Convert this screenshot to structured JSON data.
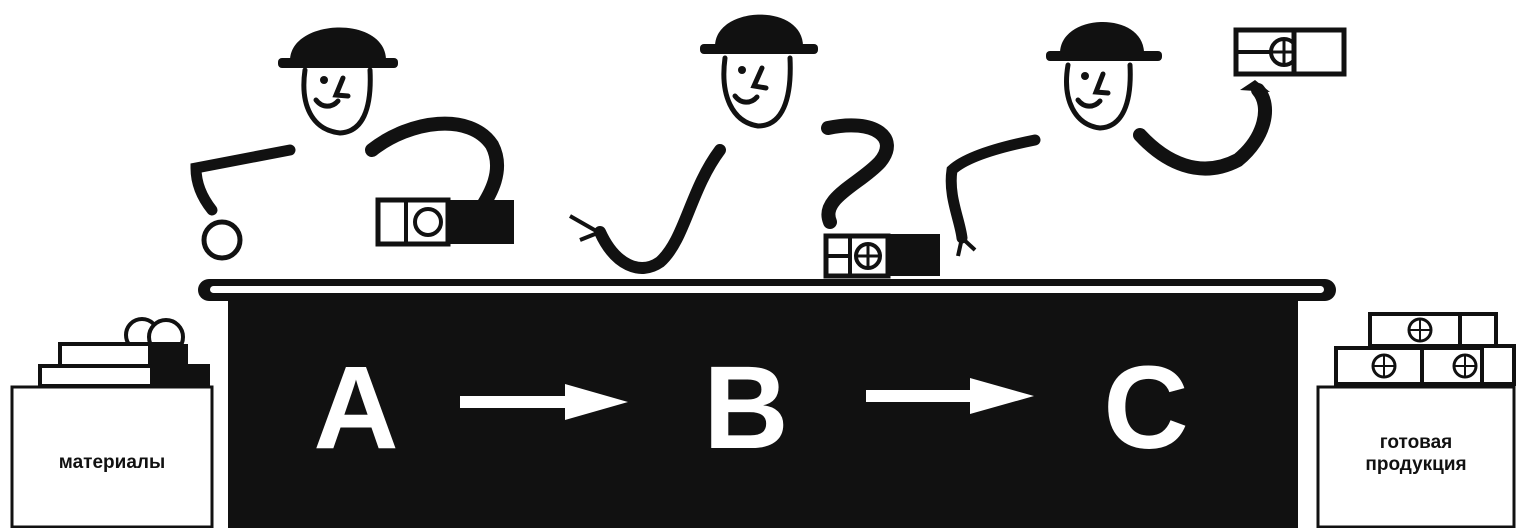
{
  "stages": [
    "A",
    "B",
    "C"
  ],
  "materials_label": "материалы",
  "products_label": "готовая продукция",
  "colors": {
    "ink": "#111111",
    "paper": "#ffffff"
  }
}
